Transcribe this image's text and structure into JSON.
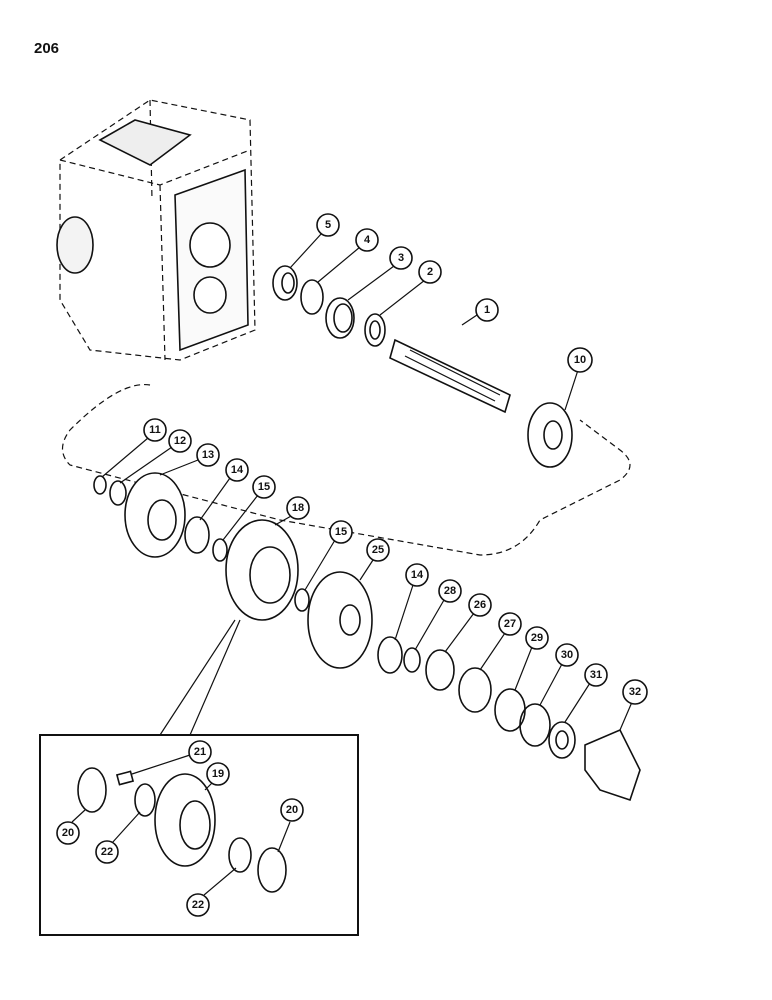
{
  "page": {
    "number": "206"
  },
  "callouts": [
    {
      "id": "c1",
      "label": "1"
    },
    {
      "id": "c2",
      "label": "2"
    },
    {
      "id": "c3",
      "label": "3"
    },
    {
      "id": "c4",
      "label": "4"
    },
    {
      "id": "c5",
      "label": "5"
    },
    {
      "id": "c10",
      "label": "10"
    },
    {
      "id": "c11",
      "label": "11"
    },
    {
      "id": "c12",
      "label": "12"
    },
    {
      "id": "c13",
      "label": "13"
    },
    {
      "id": "c14a",
      "label": "14"
    },
    {
      "id": "c15a",
      "label": "15"
    },
    {
      "id": "c18",
      "label": "18"
    },
    {
      "id": "c15b",
      "label": "15"
    },
    {
      "id": "c25",
      "label": "25"
    },
    {
      "id": "c14b",
      "label": "14"
    },
    {
      "id": "c28",
      "label": "28"
    },
    {
      "id": "c26",
      "label": "26"
    },
    {
      "id": "c27",
      "label": "27"
    },
    {
      "id": "c29",
      "label": "29"
    },
    {
      "id": "c30",
      "label": "30"
    },
    {
      "id": "c31",
      "label": "31"
    },
    {
      "id": "c32",
      "label": "32"
    },
    {
      "id": "c21",
      "label": "21"
    },
    {
      "id": "c20a",
      "label": "20"
    },
    {
      "id": "c19",
      "label": "19"
    },
    {
      "id": "c20b",
      "label": "20"
    },
    {
      "id": "c22a",
      "label": "22"
    },
    {
      "id": "c22b",
      "label": "22"
    }
  ]
}
